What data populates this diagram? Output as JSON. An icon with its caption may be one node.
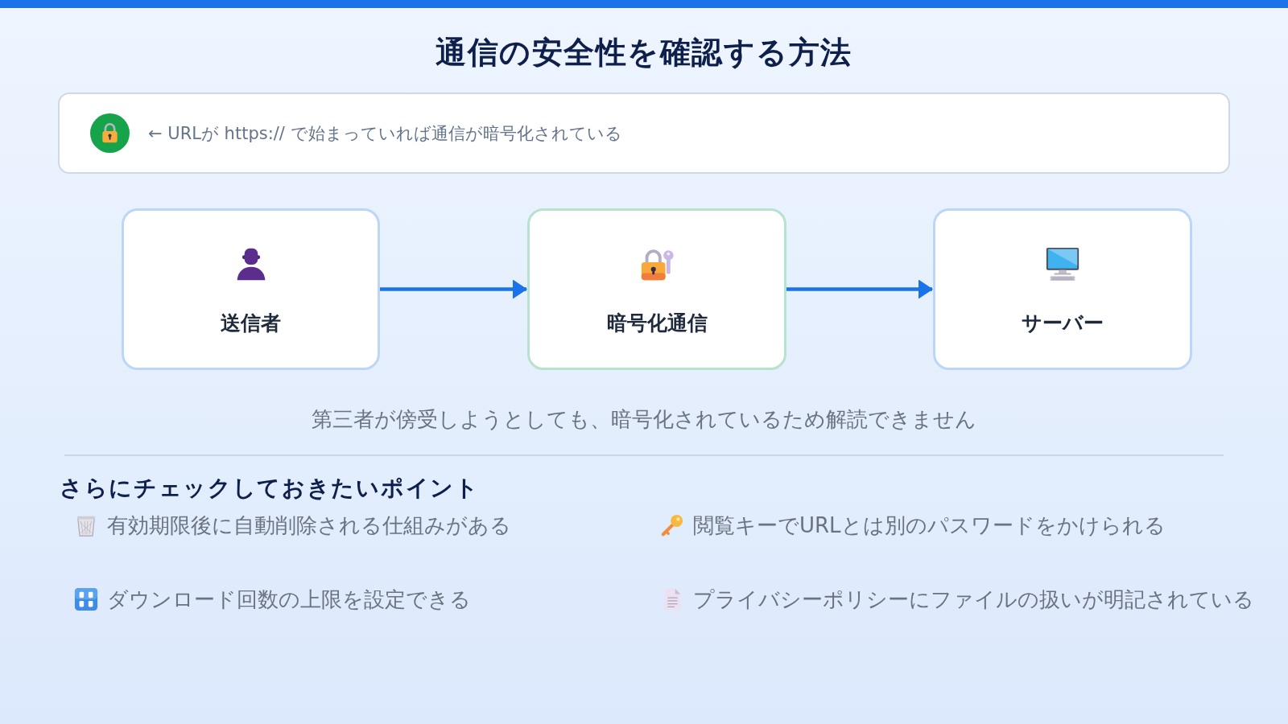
{
  "diagram": {
    "title": "通信の安全性を確認する方法",
    "nodes": [
      {
        "text": [
          "← URLが https:// で始まっていれば通信が暗号化されている"
        ]
      },
      {
        "text": [
          "送信者"
        ]
      },
      {
        "text": [
          "暗号化通信"
        ]
      },
      {
        "text": [
          "サーバー"
        ]
      }
    ],
    "edges": [
      {
        "from": 1,
        "to": 2,
        "arrow": "to"
      },
      {
        "from": 2,
        "to": 3,
        "arrow": "to"
      }
    ],
    "labels": [
      "第三者が傍受しようとしても、暗号化されているため解読できません",
      "さらにチェックしておきたいポイント",
      "有効期限後に自動削除される仕組みがある",
      "閲覧キーでURLとは別のパスワードをかけられる",
      "ダウンロード回数の上限を設定できる",
      "プライバシーポリシーにファイルの扱いが明記されている"
    ]
  }
}
